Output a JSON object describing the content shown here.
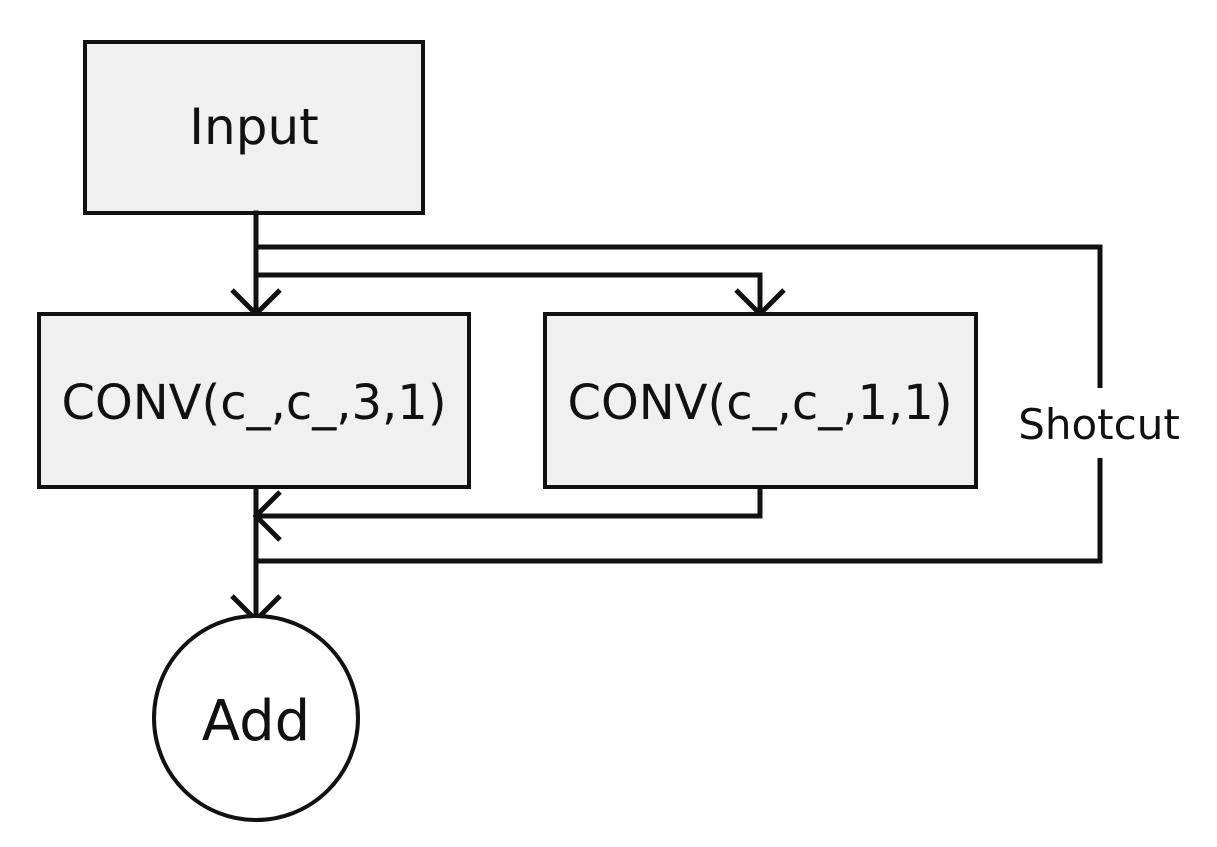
{
  "nodes": {
    "input": {
      "label": "Input"
    },
    "conv_3x3": {
      "label": "CONV(c_,c_,3,1)"
    },
    "conv_1x1": {
      "label": "CONV(c_,c_,1,1)"
    },
    "add": {
      "label": "Add"
    }
  },
  "edges": {
    "shortcut": {
      "label": "Shotcut"
    }
  },
  "colors": {
    "box_fill": "#f0f0f0",
    "stroke": "#111111",
    "background": "#ffffff"
  }
}
